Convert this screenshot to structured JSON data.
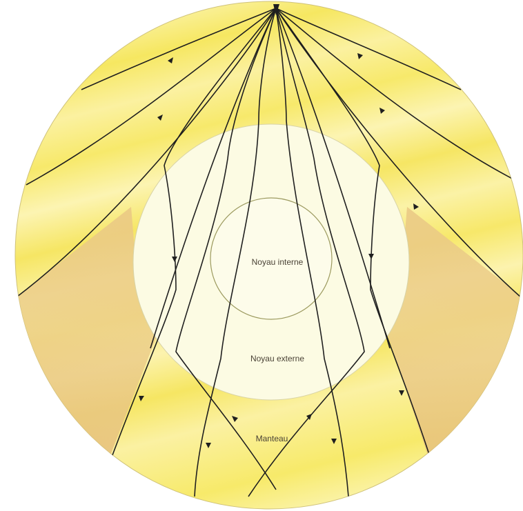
{
  "diagram": {
    "labels": {
      "inner_core": "Noyau interne",
      "outer_core": "Noyau externe",
      "mantle": "Manteau"
    },
    "colors": {
      "mantle_yellow": "#f7ec7a",
      "mantle_pale": "#fbf4b0",
      "shadow_zone": "#e8c783",
      "outer_core": "#fcfbe3",
      "inner_core": "#fdfcea",
      "ray_line": "#1f1f1f"
    },
    "icons": [
      "seismic-source-icon",
      "ray-arrow-icon"
    ]
  }
}
